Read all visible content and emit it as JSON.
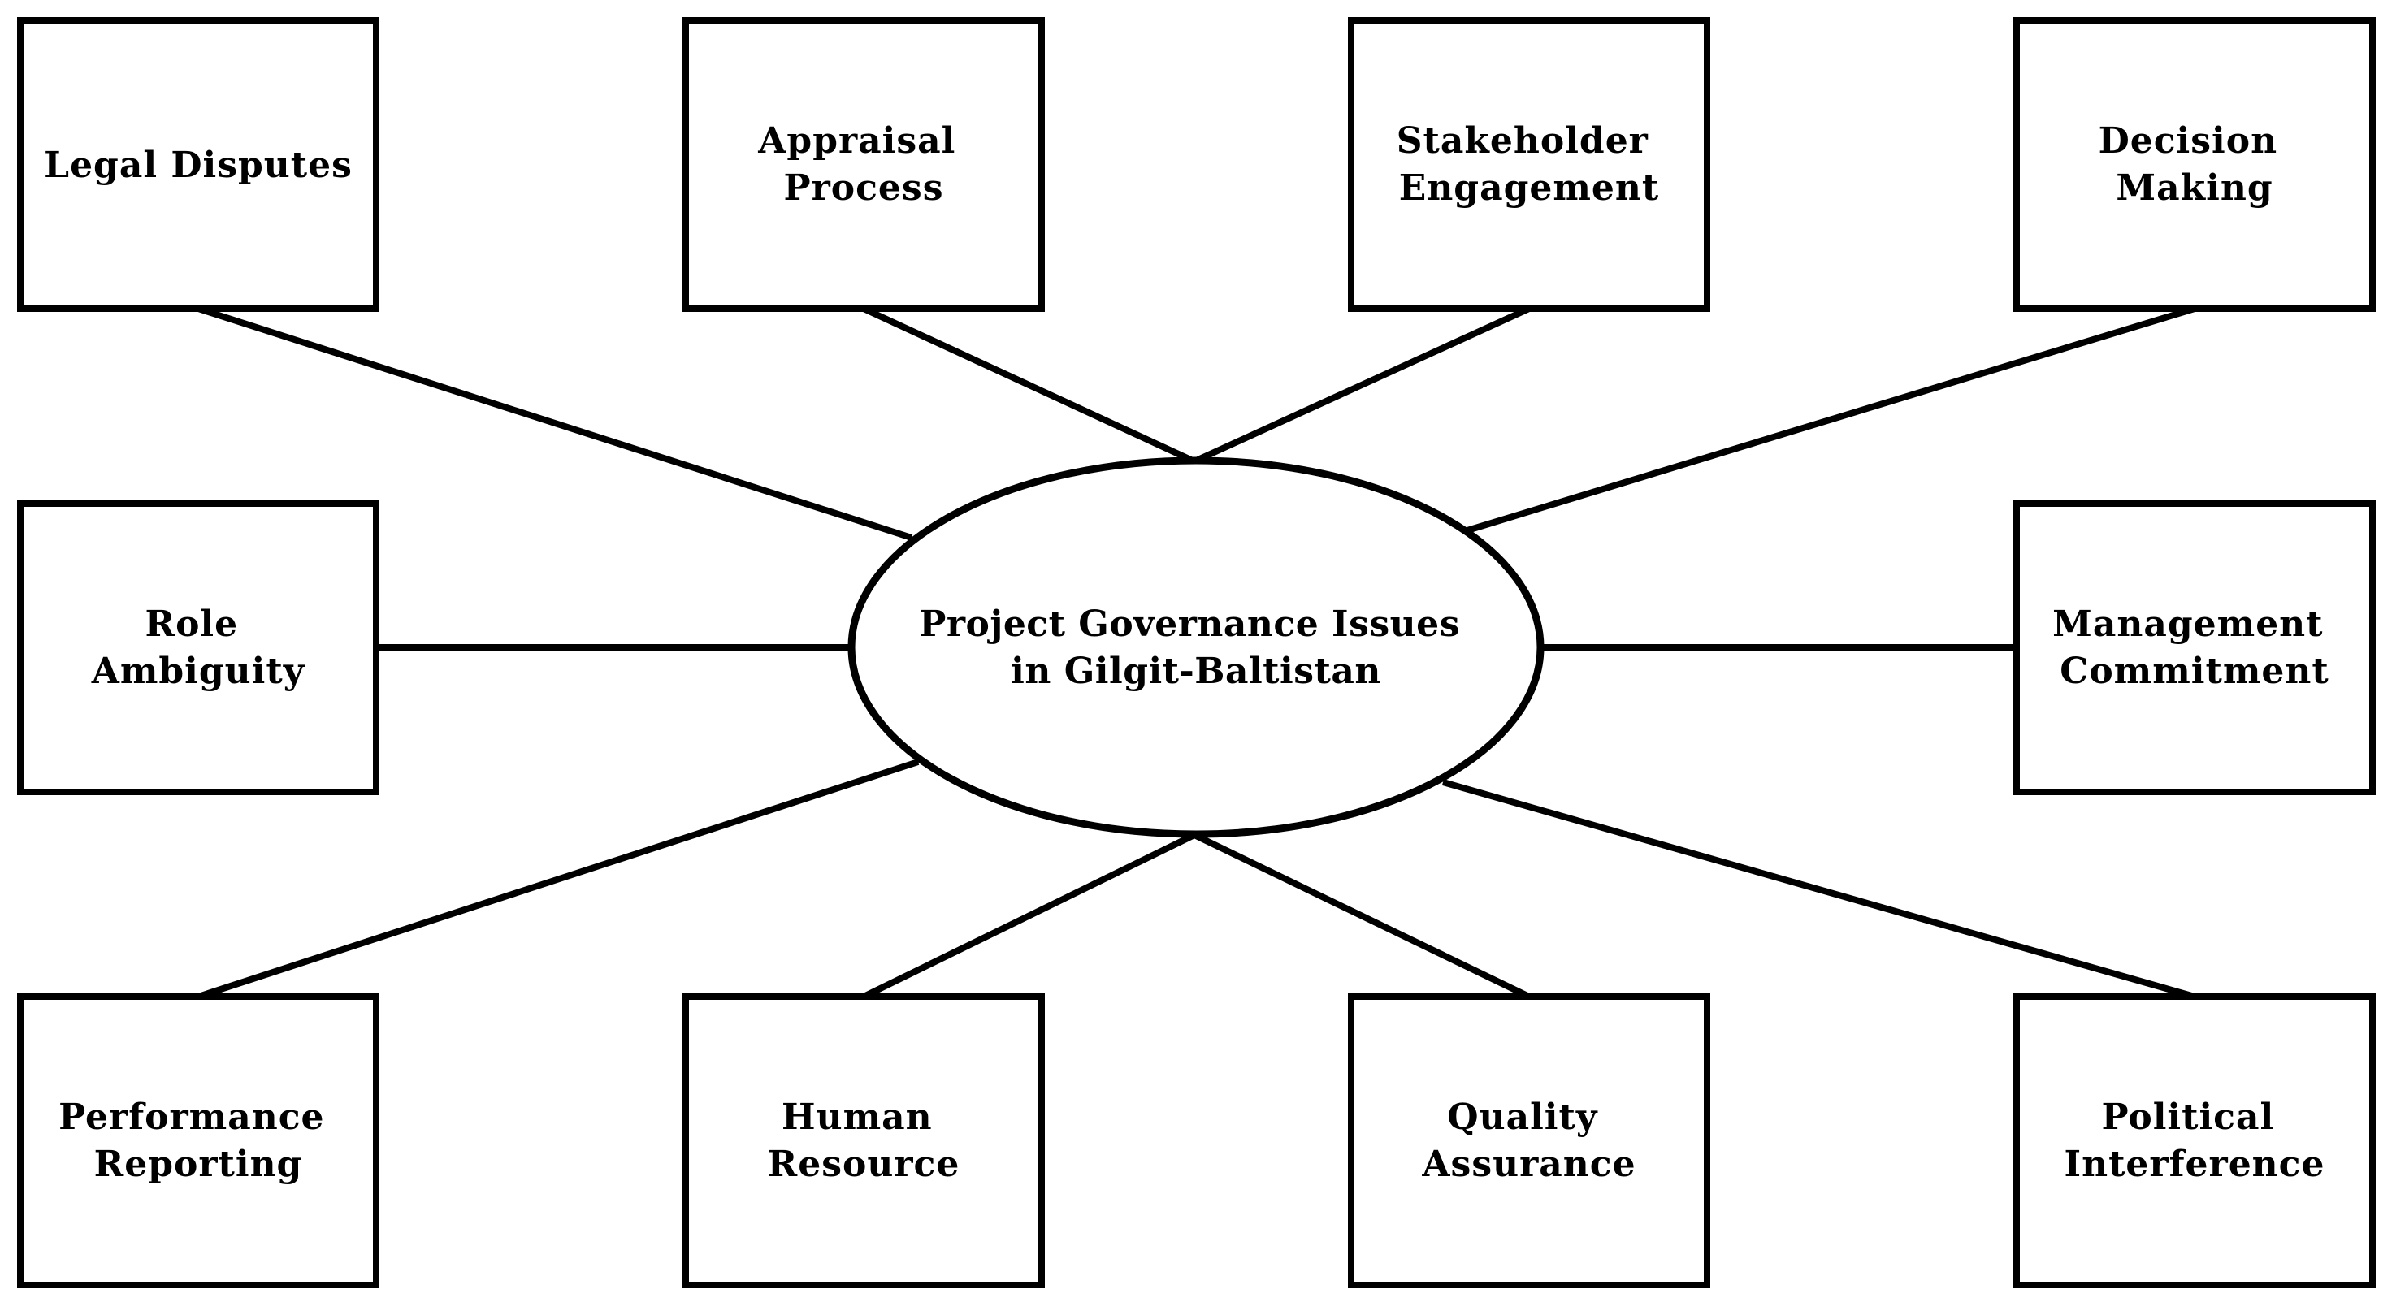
{
  "center": {
    "lines": [
      "Project Governance Issues",
      "in Gilgit-Baltistan"
    ]
  },
  "nodes": [
    {
      "id": "legal-disputes",
      "lines": [
        "Legal Disputes"
      ]
    },
    {
      "id": "appraisal-process",
      "lines": [
        "Appraisal",
        "Process"
      ]
    },
    {
      "id": "stakeholder-engagement",
      "lines": [
        "Stakeholder",
        "Engagement"
      ]
    },
    {
      "id": "decision-making",
      "lines": [
        "Decision",
        "Making"
      ]
    },
    {
      "id": "role-ambiguity",
      "lines": [
        "Role",
        "Ambiguity"
      ]
    },
    {
      "id": "management-commitment",
      "lines": [
        "Management",
        "Commitment"
      ]
    },
    {
      "id": "performance-reporting",
      "lines": [
        "Performance",
        "Reporting"
      ]
    },
    {
      "id": "human-resource",
      "lines": [
        "Human",
        "Resource"
      ]
    },
    {
      "id": "quality-assurance",
      "lines": [
        "Quality",
        "Assurance"
      ]
    },
    {
      "id": "political-interference",
      "lines": [
        "Political",
        "Interference"
      ]
    }
  ],
  "colors": {
    "stroke": "#000000",
    "fill": "#ffffff",
    "text": "#000000"
  }
}
